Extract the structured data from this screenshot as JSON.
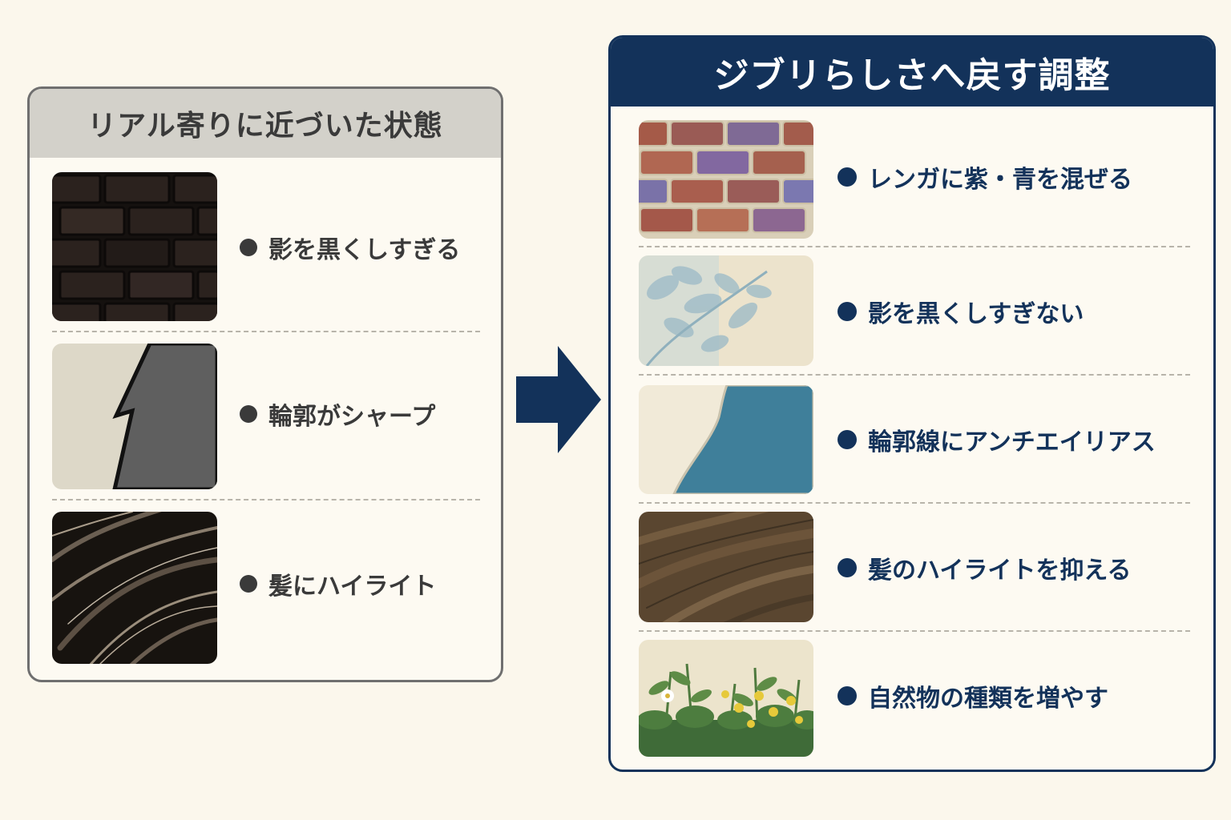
{
  "left_panel": {
    "title": "リアル寄りに近づいた状態",
    "items": [
      {
        "label": "影を黒くしすぎる",
        "image": "dark-brick-wall"
      },
      {
        "label": "輪郭がシャープ",
        "image": "sharp-zigzag-edge"
      },
      {
        "label": "髪にハイライト",
        "image": "glossy-black-hair"
      }
    ]
  },
  "right_panel": {
    "title": "ジブリらしさへ戻す調整",
    "items": [
      {
        "label": "レンガに紫・青を混ぜる",
        "image": "colorful-brick-wall"
      },
      {
        "label": "影を黒くしすぎない",
        "image": "soft-leaf-shadow"
      },
      {
        "label": "輪郭線にアンチエイリアス",
        "image": "soft-blue-edge"
      },
      {
        "label": "髪のハイライトを抑える",
        "image": "matte-brown-hair"
      },
      {
        "label": "自然物の種類を増やす",
        "image": "wildflower-plants"
      }
    ]
  },
  "arrow_icon": "right-arrow-icon",
  "colors": {
    "background": "#fbf7ec",
    "left_header": "#d3d1ca",
    "left_border": "#6f6f6f",
    "right_accent": "#13325a"
  }
}
